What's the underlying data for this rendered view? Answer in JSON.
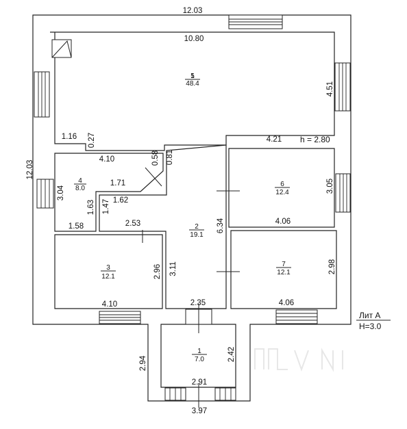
{
  "building": {
    "label": "Лит А",
    "height": "H=3.0",
    "ceiling_height": "h = 2.80"
  },
  "rooms": [
    {
      "number": "1",
      "area": "7.0"
    },
    {
      "number": "2",
      "area": "19.1"
    },
    {
      "number": "3",
      "area": "12.1"
    },
    {
      "number": "4",
      "area": "8.0"
    },
    {
      "number": "5",
      "area": "48.4"
    },
    {
      "number": "6",
      "area": "12.4"
    },
    {
      "number": "7",
      "area": "12.1"
    }
  ],
  "dimensions": {
    "outer_top": "12.03",
    "outer_left": "12.03",
    "r5_top": "10.80",
    "r5_right": "4.51",
    "r5_step_width": "1.16",
    "r5_step_depth": "0.27",
    "r6_top": "4.21",
    "r4_top": "4.10",
    "r4_diag_a": "0.58",
    "r4_diag_b": "0.81",
    "r4_left": "3.04",
    "r4_mid": "1.71",
    "r4_inner_bottom": "1.62",
    "r4_vert_a": "1.63",
    "r4_vert_b": "1.47",
    "r4_bottom": "1.58",
    "r3_top": "2.53",
    "r2_right": "6.34",
    "r6_right": "3.05",
    "r6_bottom": "4.06",
    "r3_right": "2.96",
    "r2_left": "3.11",
    "r7_right": "2.98",
    "r3_bottom": "4.10",
    "r2_bottom": "2.35",
    "r7_bottom": "4.06",
    "r1_left_outer": "2.94",
    "r1_right": "2.42",
    "r1_bottom": "2.91",
    "r1_outer_bottom": "3.97"
  },
  "icons": {
    "vent": "vent-triangle-icon"
  }
}
